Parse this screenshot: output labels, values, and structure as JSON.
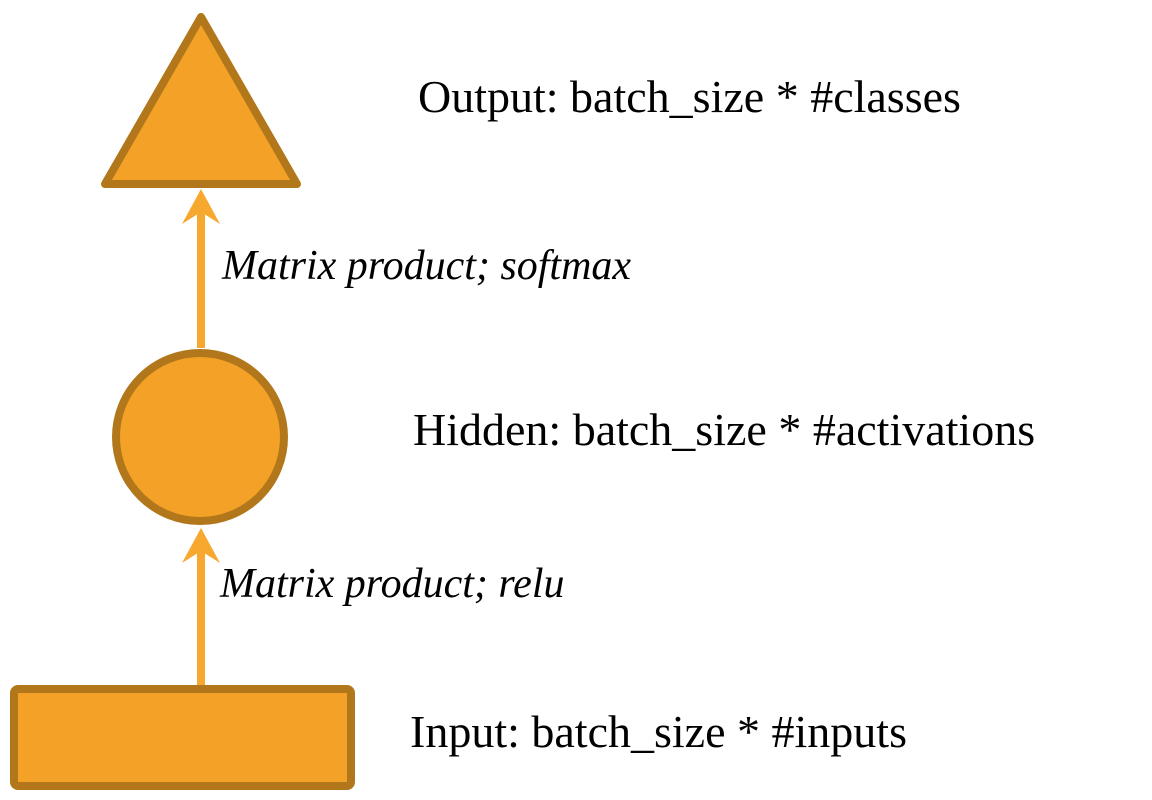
{
  "colors": {
    "background": "#FFFFFF",
    "shape_fill": "#F4A227",
    "shape_stroke": "#B2771B",
    "arrow": "#F6A82F",
    "text": "#000000"
  },
  "diagram": {
    "output": {
      "shape": "triangle",
      "label": "Output: batch_size * #classes"
    },
    "edge_hidden_to_output": {
      "label": "Matrix product; softmax"
    },
    "hidden": {
      "shape": "circle",
      "label": "Hidden: batch_size * #activations"
    },
    "edge_input_to_hidden": {
      "label": "Matrix product; relu"
    },
    "input": {
      "shape": "rectangle",
      "label": "Input: batch_size * #inputs"
    }
  }
}
